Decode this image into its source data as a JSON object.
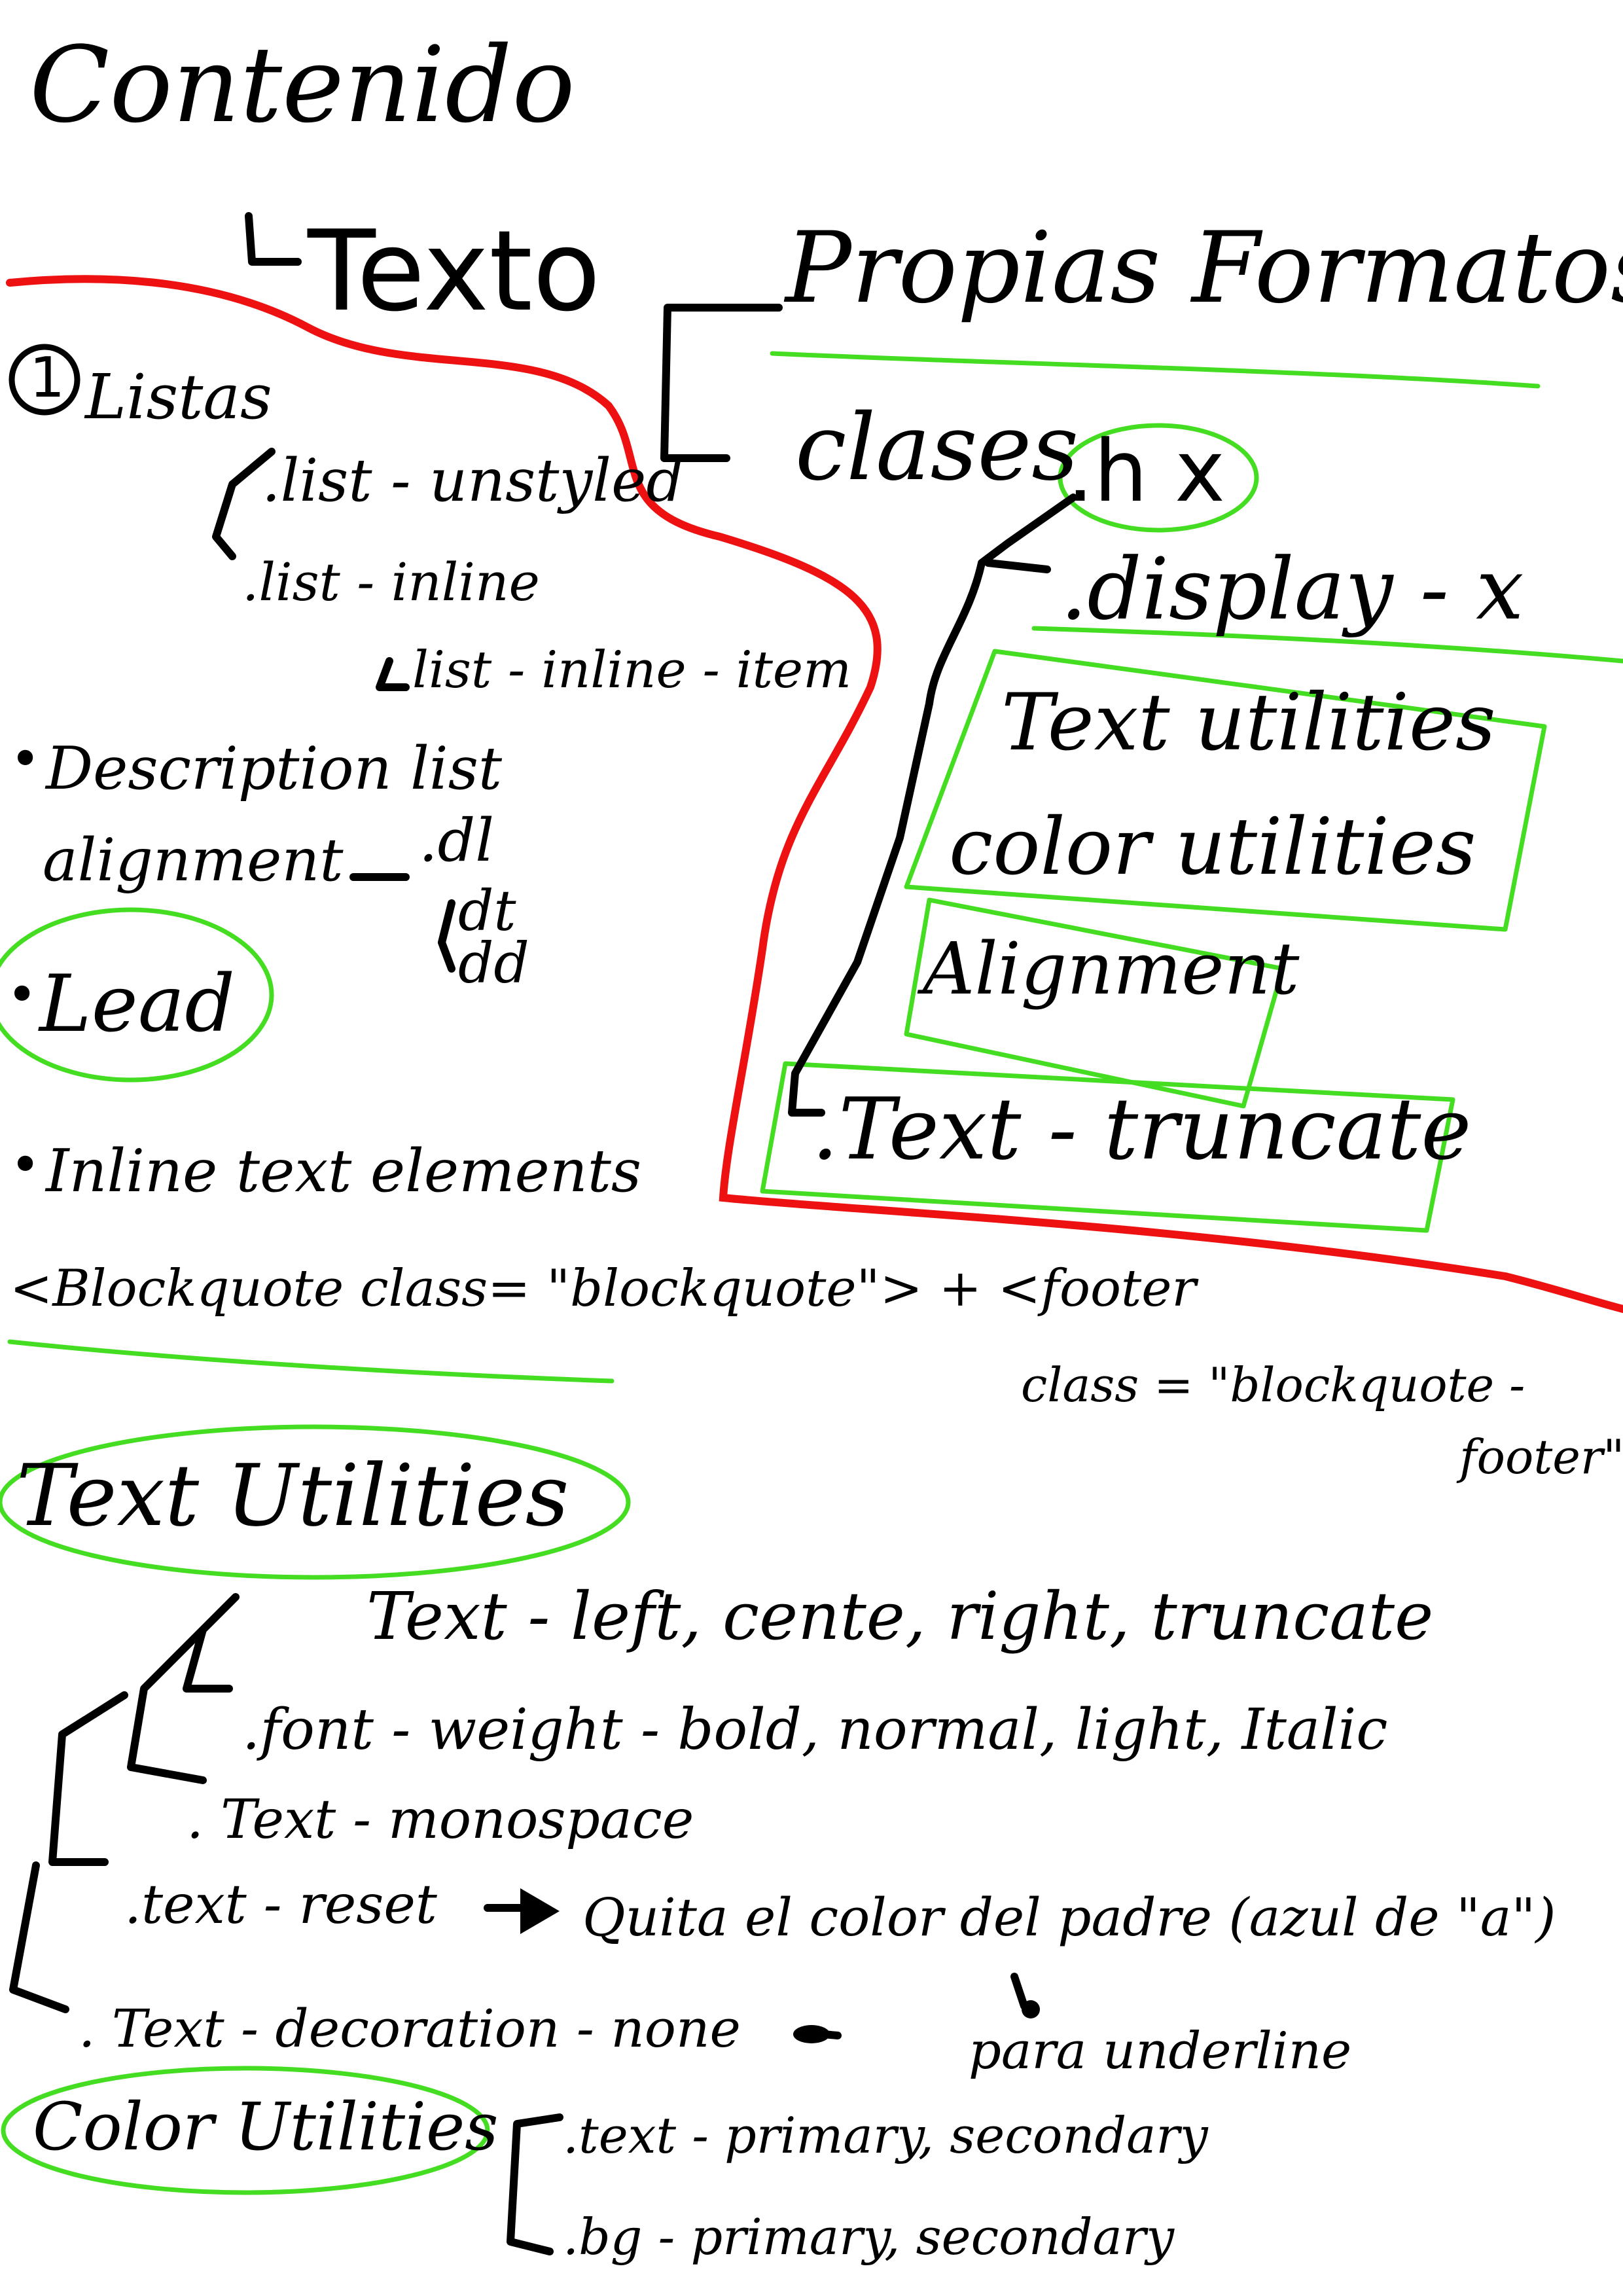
{
  "colors": {
    "ink": "#000000",
    "red_divider": "#ee1111",
    "green_highlight": "#44dd22",
    "paper": "#ffffff"
  },
  "title": "Contenido",
  "texto": {
    "heading": "Texto",
    "branch_top": "Propias Formatos",
    "branch_bottom": "clases",
    "clases_items": [
      ".h x",
      ".display - x",
      "Text utilities",
      "color utilities",
      "Alignment",
      ".Text - truncate"
    ]
  },
  "left_list": {
    "listas_number": "1",
    "listas": "Listas",
    "list_unstyled": ".list - unstyled",
    "list_inline": ".list - inline",
    "list_inline_item": "list - inline - item",
    "description": "Description list",
    "alignment": "alignment",
    "dl": ".dl",
    "dt": "dt",
    "dd": "dd",
    "lead": "Lead",
    "inline_text": "Inline text elements",
    "blockquote": "<Blockquote class= \"blockquote\"> + <footer",
    "blockquote_cont_1": "class = \"blockquote -",
    "blockquote_cont_2": "footer\")"
  },
  "text_utilities": {
    "heading": "Text Utilities",
    "items": [
      "Text - left, cente, right, truncate",
      ".font - weight - bold, normal, light, Italic",
      ". Text - monospace",
      ".text - reset",
      "Quita el color del padre (azul de \"a\")",
      ". Text - decoration - none",
      "para underline"
    ]
  },
  "color_utilities": {
    "heading": "Color Utilities",
    "items": [
      ".text - primary, secondary",
      ".bg - primary, secondary"
    ]
  }
}
